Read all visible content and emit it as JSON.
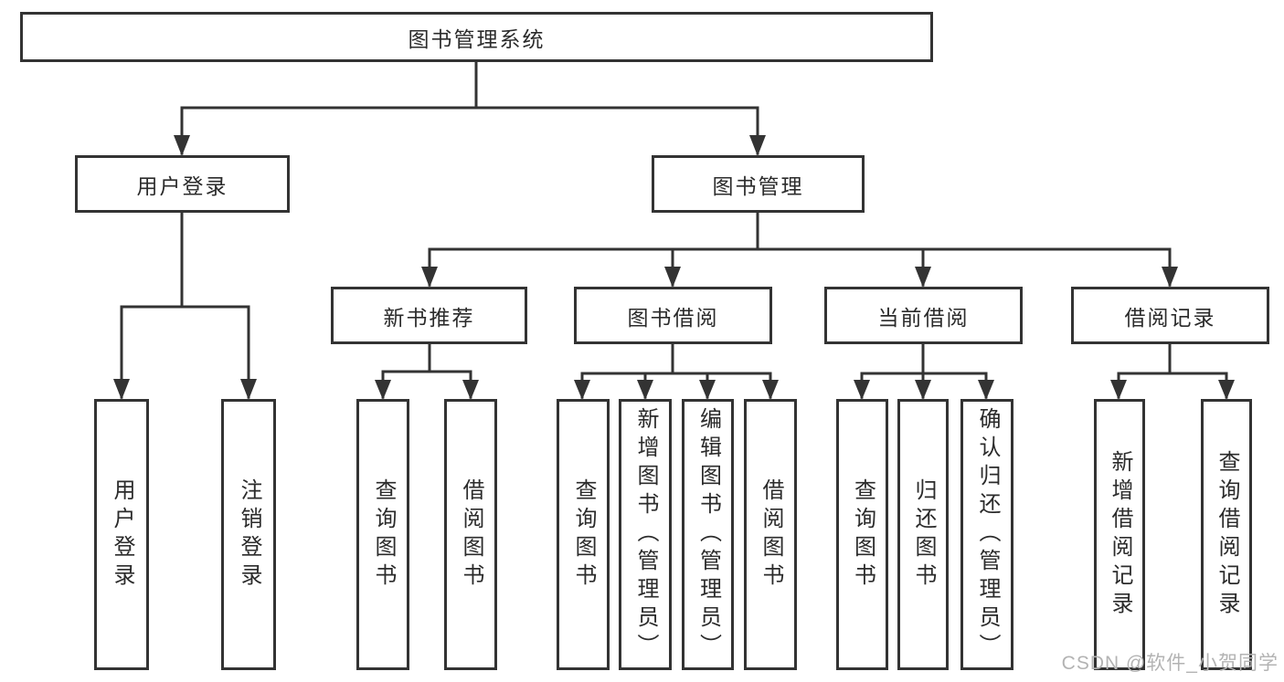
{
  "diagram": {
    "watermark": "CSDN @软件_小贺同学",
    "colors": {
      "background": "#ffffff",
      "line": "#333333",
      "box_border": "#333333",
      "text": "#2b2b2b",
      "watermark": "#b3b3b3"
    },
    "nodes": {
      "root": {
        "label": "图书管理系统"
      },
      "user_login": {
        "label": "用户登录"
      },
      "book_management": {
        "label": "图书管理"
      },
      "new_book_recommend": {
        "label": "新书推荐"
      },
      "book_borrowing": {
        "label": "图书借阅"
      },
      "current_borrowing": {
        "label": "当前借阅"
      },
      "borrowing_records": {
        "label": "借阅记录"
      },
      "leaf_user_login": {
        "label": "用户登录"
      },
      "leaf_logout": {
        "label": "注销登录"
      },
      "leaf_nbr_query_books": {
        "label": "查询图书"
      },
      "leaf_nbr_borrow_books": {
        "label": "借阅图书"
      },
      "leaf_bb_query_books": {
        "label": "查询图书"
      },
      "leaf_bb_add_books": {
        "label": "新增图书（管理员）"
      },
      "leaf_bb_edit_books": {
        "label": "编辑图书（管理员）"
      },
      "leaf_bb_borrow_books": {
        "label": "借阅图书"
      },
      "leaf_cb_query_books": {
        "label": "查询图书"
      },
      "leaf_cb_return_books": {
        "label": "归还图书"
      },
      "leaf_cb_confirm_return": {
        "label": "确认归还（管理员）"
      },
      "leaf_br_add_record": {
        "label": "新增借阅记录"
      },
      "leaf_br_query_record": {
        "label": "查询借阅记录"
      }
    },
    "hierarchy": [
      {
        "parent": "root",
        "children": [
          "user_login",
          "book_management"
        ]
      },
      {
        "parent": "user_login",
        "children": [
          "leaf_user_login",
          "leaf_logout"
        ]
      },
      {
        "parent": "book_management",
        "children": [
          "new_book_recommend",
          "book_borrowing",
          "current_borrowing",
          "borrowing_records"
        ]
      },
      {
        "parent": "new_book_recommend",
        "children": [
          "leaf_nbr_query_books",
          "leaf_nbr_borrow_books"
        ]
      },
      {
        "parent": "book_borrowing",
        "children": [
          "leaf_bb_query_books",
          "leaf_bb_add_books",
          "leaf_bb_edit_books",
          "leaf_bb_borrow_books"
        ]
      },
      {
        "parent": "current_borrowing",
        "children": [
          "leaf_cb_query_books",
          "leaf_cb_return_books",
          "leaf_cb_confirm_return"
        ]
      },
      {
        "parent": "borrowing_records",
        "children": [
          "leaf_br_add_record",
          "leaf_br_query_record"
        ]
      }
    ]
  }
}
